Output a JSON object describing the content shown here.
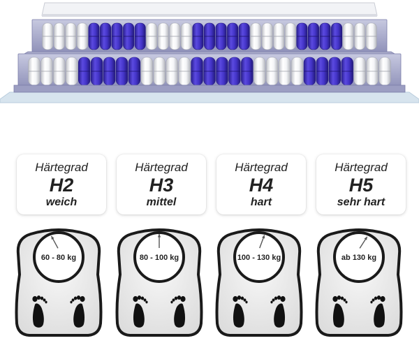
{
  "colors": {
    "accent_purple": "#4433c8",
    "spring_white": "#e9eaee",
    "foam": "#9ea0c4",
    "card_text": "#222222",
    "scale_border": "#1a1a1a",
    "scale_fill": "#e9e9e9"
  },
  "mattress": {
    "spring_pattern": [
      "white",
      "white",
      "white",
      "white",
      "purple",
      "purple",
      "purple",
      "purple",
      "purple",
      "white",
      "white",
      "white",
      "white",
      "purple",
      "purple",
      "purple",
      "purple",
      "purple",
      "white",
      "white",
      "white",
      "white",
      "purple",
      "purple",
      "purple",
      "purple",
      "white",
      "white",
      "white"
    ]
  },
  "levels": [
    {
      "label": "Härtegrad",
      "code": "H2",
      "desc": "weich",
      "range": "60 - 80 kg",
      "needle_level": 0.15,
      "icon": "feet-icon"
    },
    {
      "label": "Härtegrad",
      "code": "H3",
      "desc": "mittel",
      "range": "80 - 100 kg",
      "needle_level": 0.5,
      "icon": "feet-icon"
    },
    {
      "label": "Härtegrad",
      "code": "H4",
      "desc": "hart",
      "range": "100 - 130 kg",
      "needle_level": 0.75,
      "icon": "feet-icon"
    },
    {
      "label": "Härtegrad",
      "code": "H5",
      "desc": "sehr hart",
      "range": "ab 130 kg",
      "needle_level": 0.9,
      "icon": "feet-icon"
    }
  ]
}
